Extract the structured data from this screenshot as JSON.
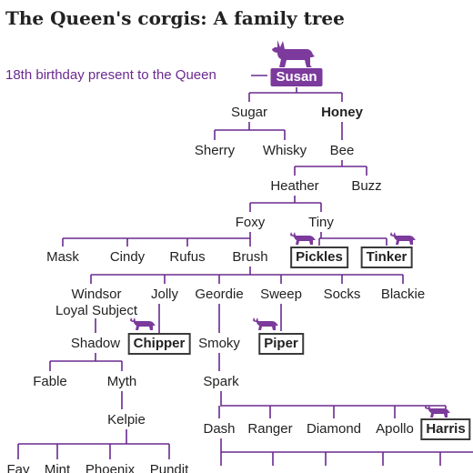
{
  "title": "The Queen's corgis: A family tree",
  "founder_note": "18th birthday present to the Queen",
  "accent_color": "#7b3a9c",
  "line_color": "#6b2a8f",
  "icon": "corgi-silhouette-icon",
  "dogs": {
    "susan": "Susan",
    "sugar": "Sugar",
    "honey": "Honey",
    "sherry": "Sherry",
    "whisky": "Whisky",
    "bee": "Bee",
    "heather": "Heather",
    "buzz": "Buzz",
    "foxy": "Foxy",
    "tiny": "Tiny",
    "mask": "Mask",
    "cindy": "Cindy",
    "rufus": "Rufus",
    "brush": "Brush",
    "pickles": "Pickles",
    "tinker": "Tinker",
    "windsor": "Windsor",
    "loyal_subject": "Loyal Subject",
    "jolly": "Jolly",
    "geordie": "Geordie",
    "sweep": "Sweep",
    "socks": "Socks",
    "blackie": "Blackie",
    "shadow": "Shadow",
    "chipper": "Chipper",
    "smoky": "Smoky",
    "piper": "Piper",
    "fable": "Fable",
    "myth": "Myth",
    "spark": "Spark",
    "kelpie": "Kelpie",
    "dash": "Dash",
    "ranger": "Ranger",
    "diamond": "Diamond",
    "apollo": "Apollo",
    "harris": "Harris",
    "fay": "Fay",
    "mint": "Mint",
    "phoenix": "Phoenix",
    "pundit": "Pundit"
  }
}
